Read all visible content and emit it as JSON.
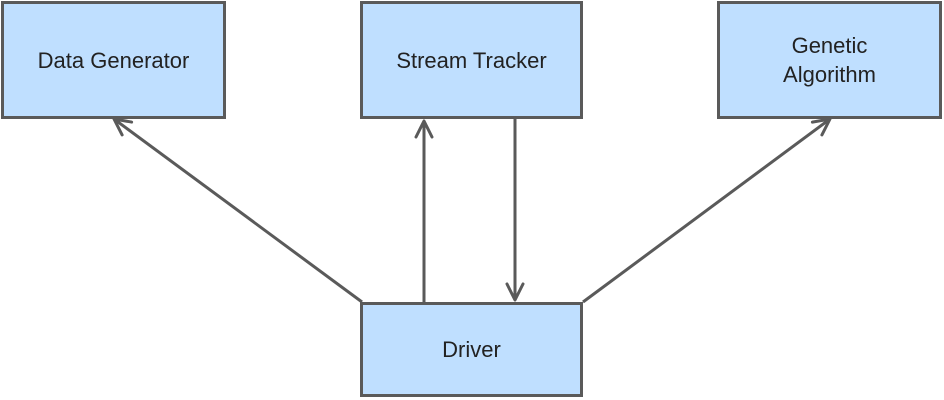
{
  "diagram": {
    "nodes": {
      "data_generator": {
        "label": "Data Generator"
      },
      "stream_tracker": {
        "label": "Stream Tracker"
      },
      "genetic_algorithm": {
        "label": "Genetic\nAlgorithm"
      },
      "driver": {
        "label": "Driver"
      }
    },
    "edges": [
      {
        "from": "Driver",
        "to": "Data Generator"
      },
      {
        "from": "Driver",
        "to": "Stream Tracker"
      },
      {
        "from": "Stream Tracker",
        "to": "Driver"
      },
      {
        "from": "Driver",
        "to": "Genetic Algorithm"
      }
    ],
    "colors": {
      "node_fill": "#bfdfff",
      "node_border": "#5a5a5a",
      "edge": "#5a5a5a",
      "text": "#222222"
    }
  }
}
